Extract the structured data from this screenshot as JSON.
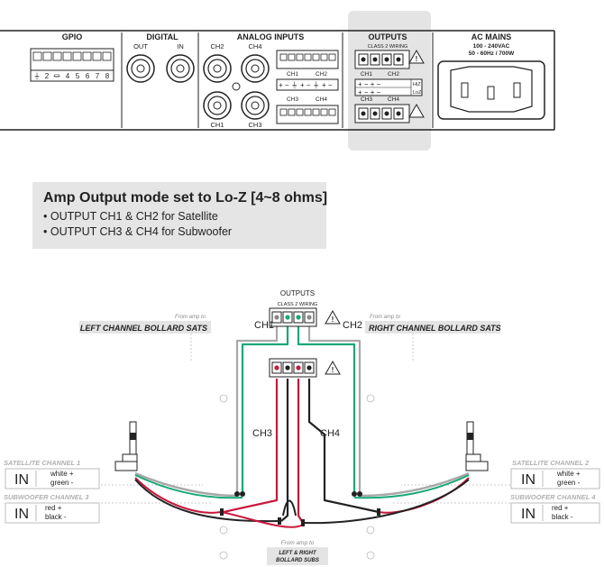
{
  "panel": {
    "gpio": {
      "title": "GPIO",
      "pins": [
        "⏚",
        "2",
        "⏛",
        "4",
        "5",
        "6",
        "7",
        "8"
      ]
    },
    "digital": {
      "title": "DIGITAL",
      "out": "OUT",
      "in": "IN"
    },
    "analog": {
      "title": "ANALOG INPUTS",
      "ch2": "CH2",
      "ch4": "CH4",
      "ch1": "CH1",
      "ch3": "CH3",
      "term_ch1": "CH1",
      "term_ch2": "CH2",
      "term_ch3": "CH3",
      "term_ch4": "CH4",
      "pm_row": "+ − ⏚ + − ⏚ + −"
    },
    "outputs": {
      "title": "OUTPUTS",
      "sub": "CLASS 2 WIRING",
      "ch1": "CH1",
      "ch2": "CH2",
      "ch3": "CH3",
      "ch4": "CH4",
      "hiz": "HiZ",
      "loz": "LoZ"
    },
    "mains": {
      "title": "AC MAINS",
      "line1": "100 - 240VAC",
      "line2": "50 - 60Hz / 700W"
    }
  },
  "callout": {
    "title": "Amp Output mode set to Lo-Z [4~8 ohms]",
    "line1": "• OUTPUT CH1 & CH2 for Satellite",
    "line2": "• OUTPUT CH3 & CH4 for Subwoofer"
  },
  "diagram": {
    "outputs_label": "OUTPUTS",
    "class2_label": "CLASS 2 WIRING",
    "from_amp_left": "From amp to",
    "left_sats": "LEFT CHANNEL  BOLLARD SATS",
    "from_amp_right": "From amp to",
    "right_sats": "RIGHT CHANNEL BOLLARD SATS",
    "ch1": "CH1",
    "ch2": "CH2",
    "ch3": "CH3",
    "ch4": "CH4",
    "sat_ch1": "SATELLITE CHANNEL 1",
    "sub_ch3": "SUBWOOFER CHANNEL 3",
    "sat_ch2": "SATELLITE CHANNEL 2",
    "sub_ch4": "SUBWOOFER CHANNEL 4",
    "in": "IN",
    "white_plus": "white +",
    "green_minus": "green -",
    "red_plus": "red +",
    "black_minus": "black -",
    "from_amp_bottom": "From amp to",
    "subs_line1": "LEFT & RIGHT",
    "subs_line2": "BOLLARD SUBS"
  },
  "colors": {
    "green": "#1aa876",
    "red": "#c8183c",
    "grey": "#a8a8a8",
    "panel_bg": "#e4e4e4"
  }
}
